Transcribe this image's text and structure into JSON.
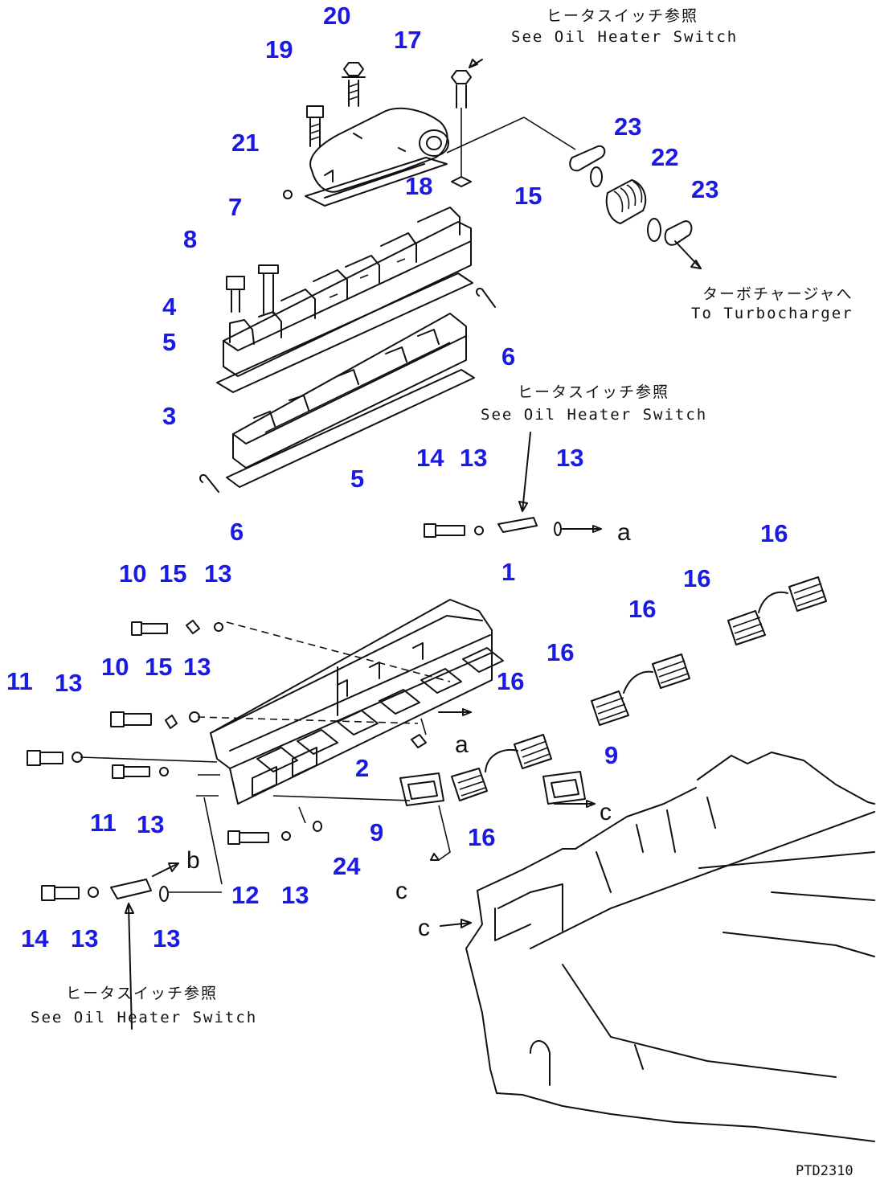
{
  "colors": {
    "callout": "#1a1ae6",
    "line": "#111111",
    "background": "#ffffff"
  },
  "callouts": [
    {
      "id": "c20",
      "text": "20"
    },
    {
      "id": "c17",
      "text": "17"
    },
    {
      "id": "c19",
      "text": "19"
    },
    {
      "id": "c21",
      "text": "21"
    },
    {
      "id": "c18",
      "text": "18"
    },
    {
      "id": "c23a",
      "text": "23"
    },
    {
      "id": "c22",
      "text": "22"
    },
    {
      "id": "c23b",
      "text": "23"
    },
    {
      "id": "c15a",
      "text": "15"
    },
    {
      "id": "c7",
      "text": "7"
    },
    {
      "id": "c8",
      "text": "8"
    },
    {
      "id": "c4",
      "text": "4"
    },
    {
      "id": "c5a",
      "text": "5"
    },
    {
      "id": "c6a",
      "text": "6"
    },
    {
      "id": "c3",
      "text": "3"
    },
    {
      "id": "c5b",
      "text": "5"
    },
    {
      "id": "c6b",
      "text": "6"
    },
    {
      "id": "c14a",
      "text": "14"
    },
    {
      "id": "c13a",
      "text": "13"
    },
    {
      "id": "c13b",
      "text": "13"
    },
    {
      "id": "c16a",
      "text": "16"
    },
    {
      "id": "c16b",
      "text": "16"
    },
    {
      "id": "c16c",
      "text": "16"
    },
    {
      "id": "c1",
      "text": "1"
    },
    {
      "id": "c10a",
      "text": "10"
    },
    {
      "id": "c15b",
      "text": "15"
    },
    {
      "id": "c13c",
      "text": "13"
    },
    {
      "id": "c16d",
      "text": "16"
    },
    {
      "id": "c10b",
      "text": "10"
    },
    {
      "id": "c15c",
      "text": "15"
    },
    {
      "id": "c13d",
      "text": "13"
    },
    {
      "id": "c11a",
      "text": "11"
    },
    {
      "id": "c13e",
      "text": "13"
    },
    {
      "id": "c16e",
      "text": "16"
    },
    {
      "id": "c2",
      "text": "2"
    },
    {
      "id": "c9a",
      "text": "9"
    },
    {
      "id": "c11b",
      "text": "11"
    },
    {
      "id": "c13f",
      "text": "13"
    },
    {
      "id": "c9b",
      "text": "9"
    },
    {
      "id": "c16f",
      "text": "16"
    },
    {
      "id": "c24",
      "text": "24"
    },
    {
      "id": "c12",
      "text": "12"
    },
    {
      "id": "c13g",
      "text": "13"
    },
    {
      "id": "c14b",
      "text": "14"
    },
    {
      "id": "c13h",
      "text": "13"
    },
    {
      "id": "c13i",
      "text": "13"
    }
  ],
  "notes": {
    "n1_ja": "ヒータスイッチ参照",
    "n1_en": "See Oil Heater Switch",
    "n2_ja": "ターボチャージャへ",
    "n2_en": "To Turbocharger",
    "n3_ja": "ヒータスイッチ参照",
    "n3_en": "See Oil Heater Switch",
    "n4_ja": "ヒータスイッチ参照",
    "n4_en": "See Oil Heater Switch"
  },
  "refs": {
    "a1": "a",
    "a2": "a",
    "b1": "b",
    "c1": "c",
    "c2": "c",
    "c3": "c"
  },
  "drawing_code": "PTD2310"
}
